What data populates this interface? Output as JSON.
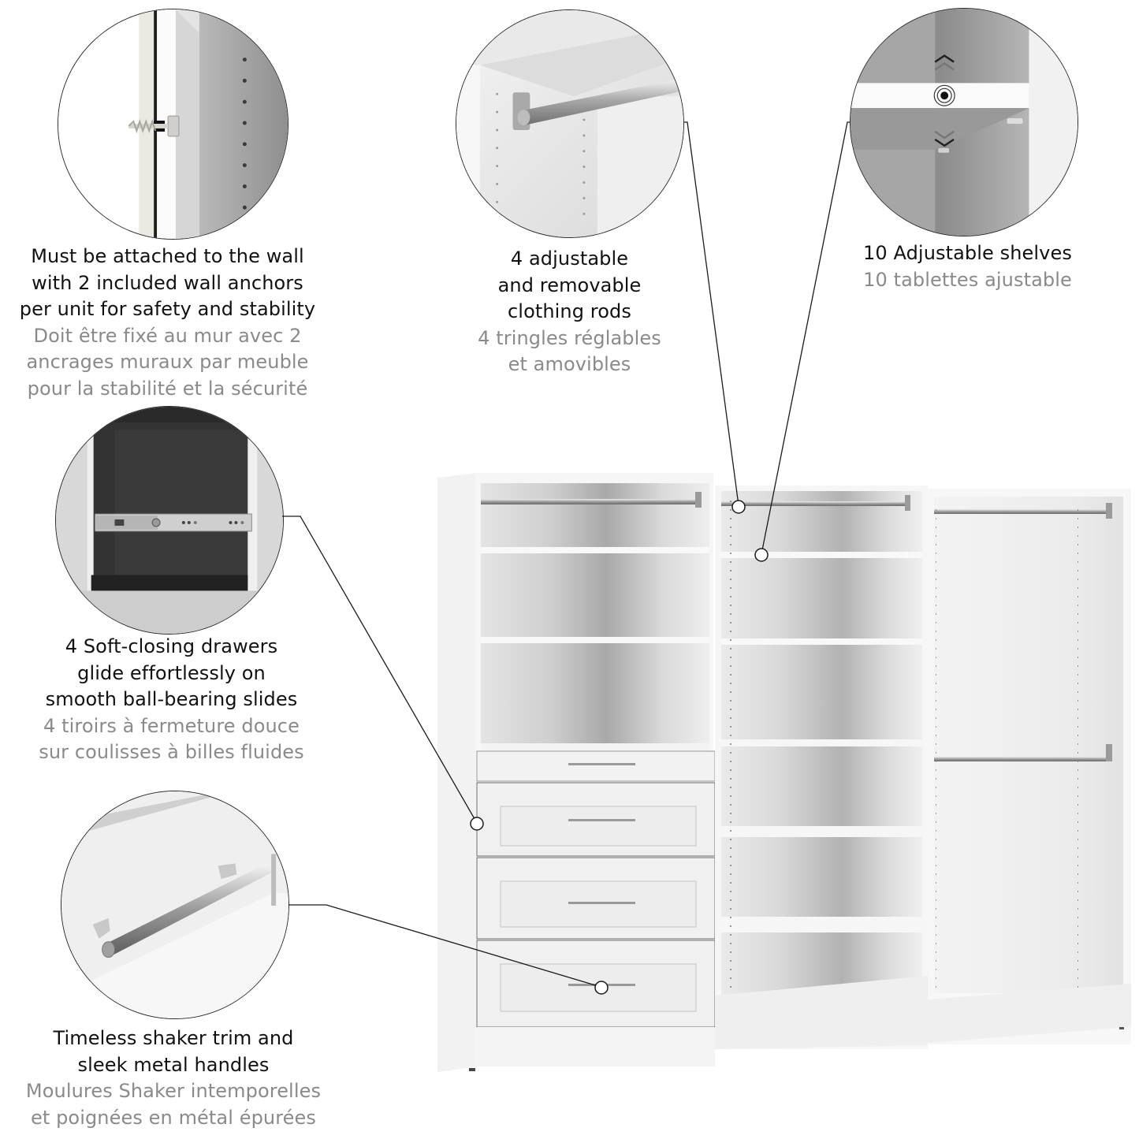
{
  "features": [
    {
      "id": "wall-anchors",
      "en_lines": [
        "Must be attached to the wall",
        "with 2 included wall anchors",
        "per unit for safety and stability"
      ],
      "fr_lines": [
        "Doit être fixé au mur avec 2",
        "ancrages muraux par meuble",
        "pour la stabilité et la sécurité"
      ],
      "en": {
        "l1": "Must be attached to the wall",
        "l2": "with 2 included wall anchors",
        "l3": "per unit for safety and stability"
      },
      "fr": {
        "l1": "Doit être fixé au mur avec 2",
        "l2": "ancrages muraux par meuble",
        "l3": "pour la stabilité et la sécurité"
      },
      "icon": "wall-anchor-detail"
    },
    {
      "id": "clothing-rods",
      "en": {
        "l1": "4 adjustable",
        "l2": "and removable",
        "l3": "clothing rods"
      },
      "fr": {
        "l1": "4 tringles réglables",
        "l2": "et amovibles"
      },
      "icon": "clothing-rod-detail"
    },
    {
      "id": "adjustable-shelves",
      "en": {
        "l1": "10 Adjustable shelves"
      },
      "fr": {
        "l1": "10 tablettes ajustable"
      },
      "icon": "adjustable-shelf-detail"
    },
    {
      "id": "soft-closing-drawers",
      "en": {
        "l1": "4 Soft-closing drawers",
        "l2": "glide effortlessly on",
        "l3": "smooth ball-bearing slides"
      },
      "fr": {
        "l1": "4 tiroirs à fermeture douce",
        "l2": "sur coulisses à billes fluides"
      },
      "icon": "drawer-slide-detail"
    },
    {
      "id": "shaker-trim",
      "en": {
        "l1": "Timeless shaker trim and",
        "l2": "sleek metal handles"
      },
      "fr": {
        "l1": "Moulures Shaker intemporelles",
        "l2": "et poignées en métal épurées"
      },
      "icon": "metal-handle-detail"
    }
  ],
  "product": {
    "units": 3,
    "drawers": 4,
    "clothing_rods": 4,
    "adjustable_shelves": 10
  },
  "colors": {
    "primary_text": "#111111",
    "secondary_text": "#8a8a8e",
    "callout_line": "#1a1a1a",
    "furniture_white": "#f4f4f4",
    "furniture_shadow": "#bdbdbd"
  }
}
